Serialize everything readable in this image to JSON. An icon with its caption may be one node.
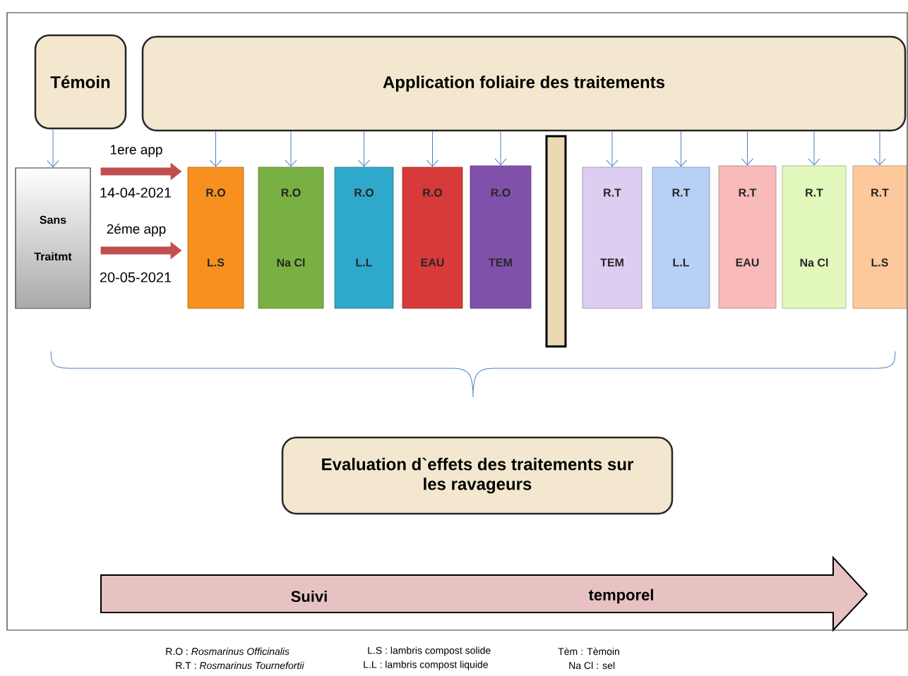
{
  "diagram": {
    "nodes": [
      {
        "text": [
          "Témoin"
        ]
      },
      {
        "text": [
          "Application foliaire des traitements"
        ]
      },
      {
        "text": [
          "Sans Traitmt"
        ]
      },
      {
        "text": [
          "R.O",
          "L.S"
        ]
      },
      {
        "text": [
          "R.O",
          "Na Cl"
        ]
      },
      {
        "text": [
          "R.O",
          "L.L"
        ]
      },
      {
        "text": [
          "R.O",
          "EAU"
        ]
      },
      {
        "text": [
          "R.O",
          "TEM"
        ]
      },
      {
        "text": [],
        "shape": "bar"
      },
      {
        "text": [
          "R.T",
          "TEM"
        ]
      },
      {
        "text": [
          "R.T",
          "L.L"
        ]
      },
      {
        "text": [
          "R.T",
          "EAU"
        ]
      },
      {
        "text": [
          "R.T",
          "Na Cl"
        ]
      },
      {
        "text": [
          "R.T",
          "L.S"
        ]
      },
      {
        "text": [
          "Evaluation d`effets des traitements sur les ravageurs"
        ]
      },
      {
        "text": [
          "Suivi",
          "temporel"
        ]
      }
    ],
    "edges": [
      {
        "from": 0,
        "to": 2,
        "arrow": "to"
      },
      {
        "from": 2,
        "to": 3,
        "arrow": "to",
        "label": "1ere app",
        "style": "thick",
        "color": "#c0504d"
      },
      {
        "from": 2,
        "to": 3,
        "arrow": "to",
        "label": "2éme app",
        "style": "thick",
        "color": "#c0504d"
      },
      {
        "from": 1,
        "to": 3,
        "arrow": "to"
      },
      {
        "from": 1,
        "to": 4,
        "arrow": "to"
      },
      {
        "from": 1,
        "to": 5,
        "arrow": "to"
      },
      {
        "from": 1,
        "to": 6,
        "arrow": "to"
      },
      {
        "from": 1,
        "to": 7,
        "arrow": "to"
      },
      {
        "from": 1,
        "to": 9,
        "arrow": "to"
      },
      {
        "from": 1,
        "to": 10,
        "arrow": "to"
      },
      {
        "from": 1,
        "to": 11,
        "arrow": "to"
      },
      {
        "from": 1,
        "to": 12,
        "arrow": "to"
      },
      {
        "from": 1,
        "to": 13,
        "arrow": "to"
      }
    ],
    "labels": [
      "14-04-2021",
      "20-05-2021",
      "R.O : *Rosmarinus Officinalis*",
      "L.S : lambris compost solide",
      "Tèm : Tèmoin",
      "R.T : *Rosmarinus Tournefortii*",
      "L.L : lambris compost liquide",
      "Na Cl : sel"
    ]
  }
}
